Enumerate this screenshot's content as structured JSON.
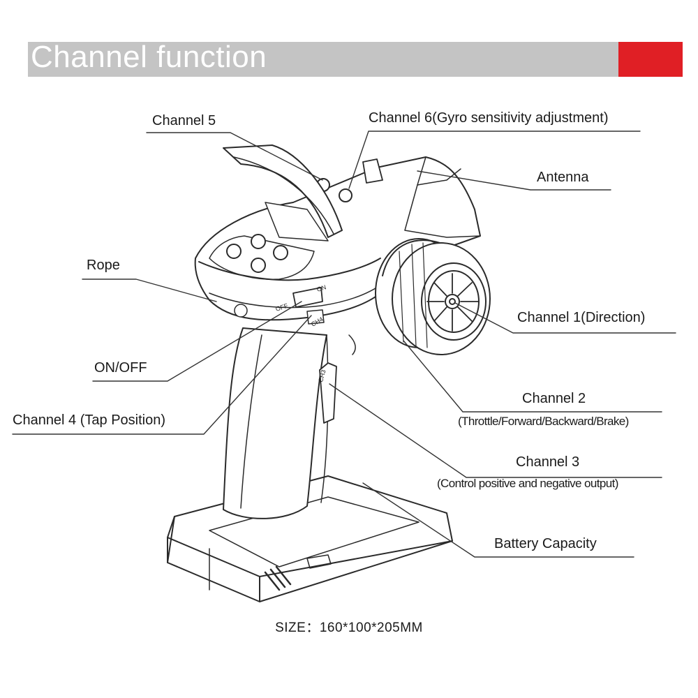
{
  "header": {
    "title": "Channel function",
    "accent_color": "#e01f25",
    "bar_color": "#c4c4c4"
  },
  "callouts": {
    "channel5": "Channel 5",
    "channel6": "Channel 6(Gyro sensitivity adjustment)",
    "antenna": "Antenna",
    "rope": "Rope",
    "channel1": "Channel 1(Direction)",
    "onoff": "ON/OFF",
    "channel2": "Channel 2",
    "channel2_sub": "(Throttle/Forward/Backward/Brake)",
    "channel4": "Channel 4 (Tap Position)",
    "channel3": "Channel 3",
    "channel3_sub": "(Control positive and negative output)",
    "battery": "Battery Capacity"
  },
  "device_markings": {
    "off": "OFF",
    "on": "ON",
    "ch4": "CH4",
    "ch3": "CH3"
  },
  "footer": {
    "size": "SIZE：160*100*205MM"
  }
}
